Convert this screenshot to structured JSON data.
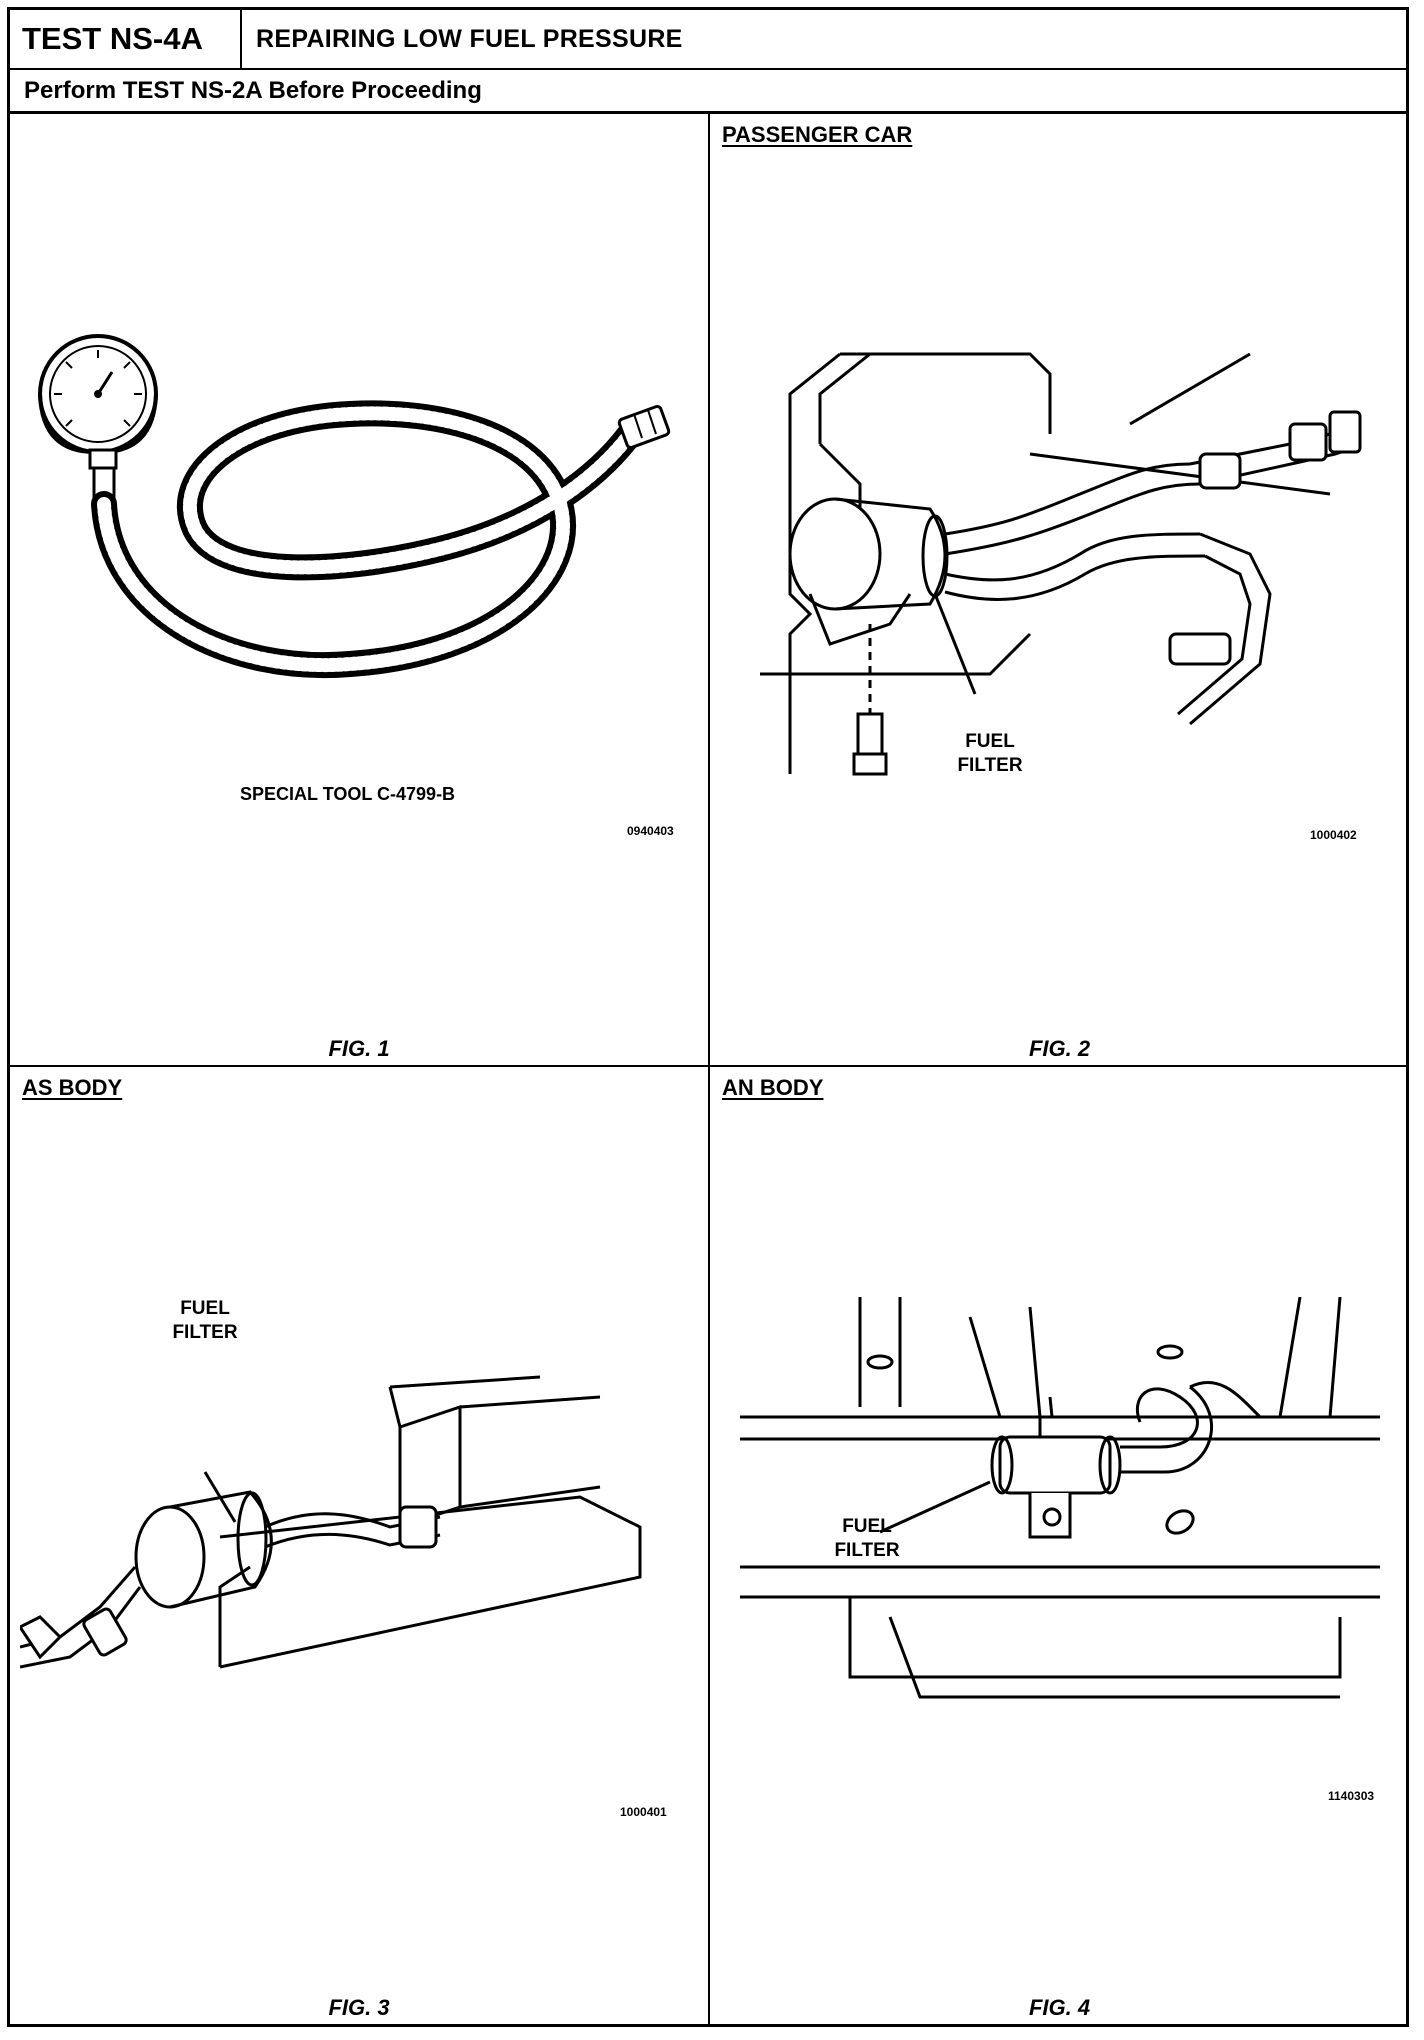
{
  "header": {
    "test_id": "TEST NS-4A",
    "title": "REPAIRING LOW FUEL PRESSURE",
    "instruction": "Perform TEST NS-2A Before Proceeding"
  },
  "figures": [
    {
      "heading": "",
      "caption": "SPECIAL TOOL C-4799-B",
      "ref": "0940403",
      "label": "FIG. 1"
    },
    {
      "heading": "PASSENGER CAR",
      "callout": [
        "FUEL",
        "FILTER"
      ],
      "ref": "1000402",
      "label": "FIG. 2"
    },
    {
      "heading": "AS BODY",
      "callout": [
        "FUEL",
        "FILTER"
      ],
      "ref": "1000401",
      "label": "FIG. 3"
    },
    {
      "heading": "AN BODY",
      "callout": [
        "FUEL",
        "FILTER"
      ],
      "ref": "1140303",
      "label": "FIG. 4"
    }
  ],
  "icons": [
    "pressure-gauge-icon",
    "fuel-hose-icon",
    "fuel-filter-icon",
    "mounting-bolt-icon",
    "fuel-line-icon",
    "frame-rail-icon"
  ]
}
